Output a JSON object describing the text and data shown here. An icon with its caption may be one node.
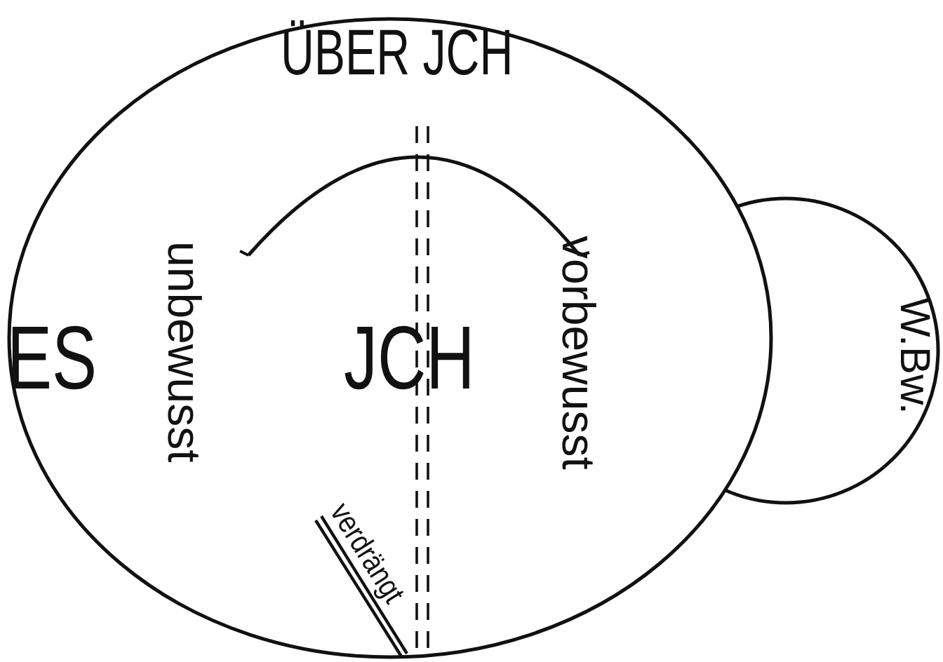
{
  "diagram": {
    "nodes": [
      {
        "text": [
          "ÜBER JCH",
          "ES",
          "JCH",
          "unbewusst",
          "vorbewusst",
          "verdrängt"
        ]
      },
      {
        "text": [
          "W.Bw."
        ]
      }
    ]
  }
}
